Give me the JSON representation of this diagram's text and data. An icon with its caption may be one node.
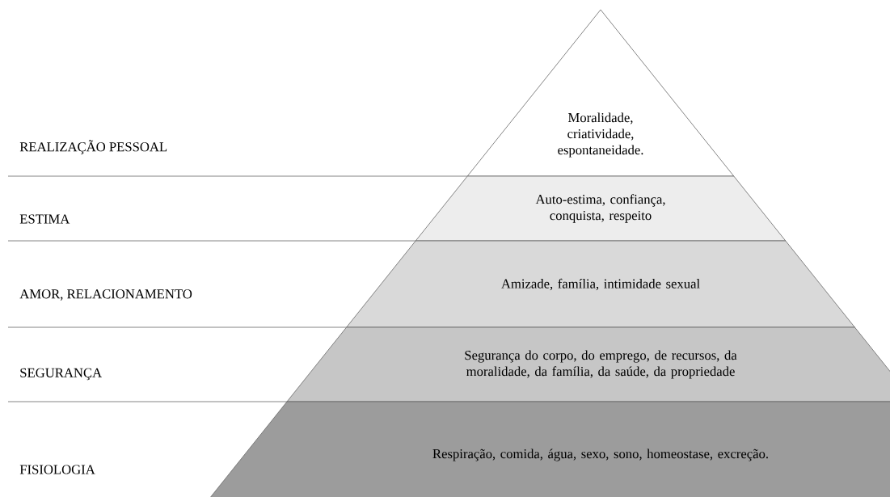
{
  "diagram": {
    "nodes": [
      {
        "text": [
          "Moralidade, criatividade, espontaneidade."
        ]
      },
      {
        "text": [
          "Auto-estima, confiança, conquista, respeito"
        ]
      },
      {
        "text": [
          "Amizade, família, intimidade sexual"
        ]
      },
      {
        "text": [
          "Segurança do corpo, do emprego, de recursos, da moralidade, da família, da saúde, da propriedade"
        ]
      },
      {
        "text": [
          "Respiração, comida, água, sexo, sono, homeostase, excreção."
        ]
      }
    ],
    "labels": [
      "REALIZAÇÃO PESSOAL",
      "ESTIMA",
      "AMOR, RELACIONAMENTO",
      "SEGURANÇA",
      "FISIOLOGIA"
    ]
  }
}
